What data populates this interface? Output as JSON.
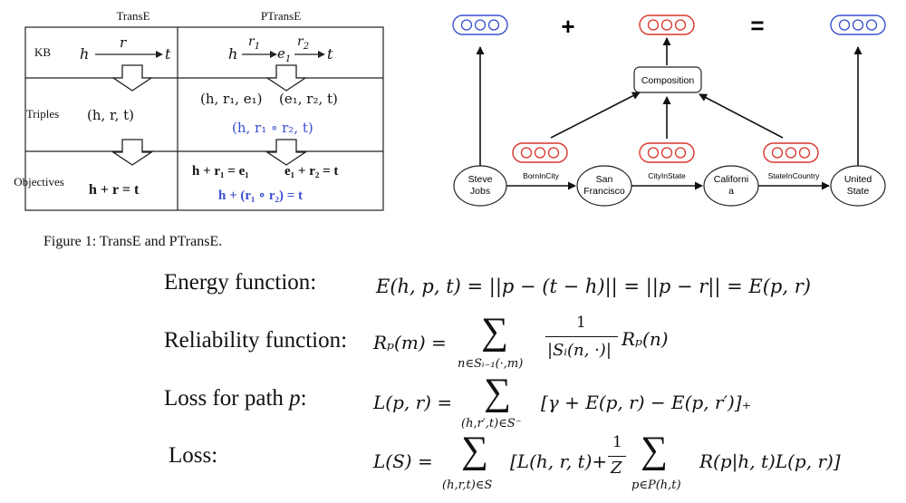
{
  "table": {
    "col_headers": [
      "TransE",
      "PTransE"
    ],
    "row_labels": [
      "KB",
      "Triples",
      "Objectives"
    ],
    "kb": {
      "transe_h": "h",
      "transe_r": "r",
      "transe_t": "t",
      "ptranse_h": "h",
      "ptranse_r1": "r",
      "ptranse_r1_sub": "1",
      "ptranse_e1": "e",
      "ptranse_e1_sub": "1",
      "ptranse_r2": "r",
      "ptranse_r2_sub": "2",
      "ptranse_t": "t"
    },
    "triples": {
      "transe": "(h, r, t)",
      "ptranse_a": "(h, r₁, e₁)",
      "ptranse_b": "(e₁, r₂, t)",
      "ptranse_path": "(h, r₁ ∘ r₂, t)"
    },
    "objectives": {
      "transe": "h + r = t",
      "ptranse_a": "h + r₁ = e₁",
      "ptranse_b": "e₁ + r₂ = t",
      "ptranse_path": "h + (r₁ ∘ r₂) = t"
    }
  },
  "diagram": {
    "plus": "+",
    "equals": "=",
    "composition": "Composition",
    "nodes": [
      "Steve Jobs",
      "San Francisco",
      "California",
      "United State"
    ],
    "node_lines": [
      [
        "Steve",
        "Jobs"
      ],
      [
        "San",
        "Francisco"
      ],
      [
        "Californi",
        "a"
      ],
      [
        "United",
        "State"
      ]
    ],
    "edges": [
      "BornInCity",
      "CityInState",
      "StateInCountry"
    ],
    "colors": {
      "blue": "#3a4fd0",
      "red": "#d9342b"
    }
  },
  "caption": "Figure 1: TransE and PTransE.",
  "equations": [
    {
      "label": "Energy function:",
      "formula": "E(h, p, t) = ||p − (t − h)|| = ||p − r|| = E(p, r)"
    },
    {
      "label": "Reliability function:",
      "lhs": "Rₚ(m) =",
      "sum_sub": "n∈Sᵢ₋₁(·,m)",
      "frac_num": "1",
      "frac_den": "|Sᵢ(n, ·)|",
      "rhs": "Rₚ(n)"
    },
    {
      "label": "Loss for path p:",
      "label_main": "Loss for path ",
      "label_var": "p",
      "label_end": ":",
      "lhs": "L(p, r) =",
      "sum_sub": "(h,r′,t)∈S⁻",
      "rhs": "[γ + E(p, r) − E(p, r′)]₊"
    },
    {
      "label": "Loss:",
      "lhs": "L(S) =",
      "sum_sub": "(h,r,t)∈S",
      "mid": "[L(h, r, t)+",
      "frac_num": "1",
      "frac_den": "Z",
      "sum2_sub": "p∈P(h,t)",
      "rhs": "R(p|h, t)L(p, r)]"
    }
  ]
}
